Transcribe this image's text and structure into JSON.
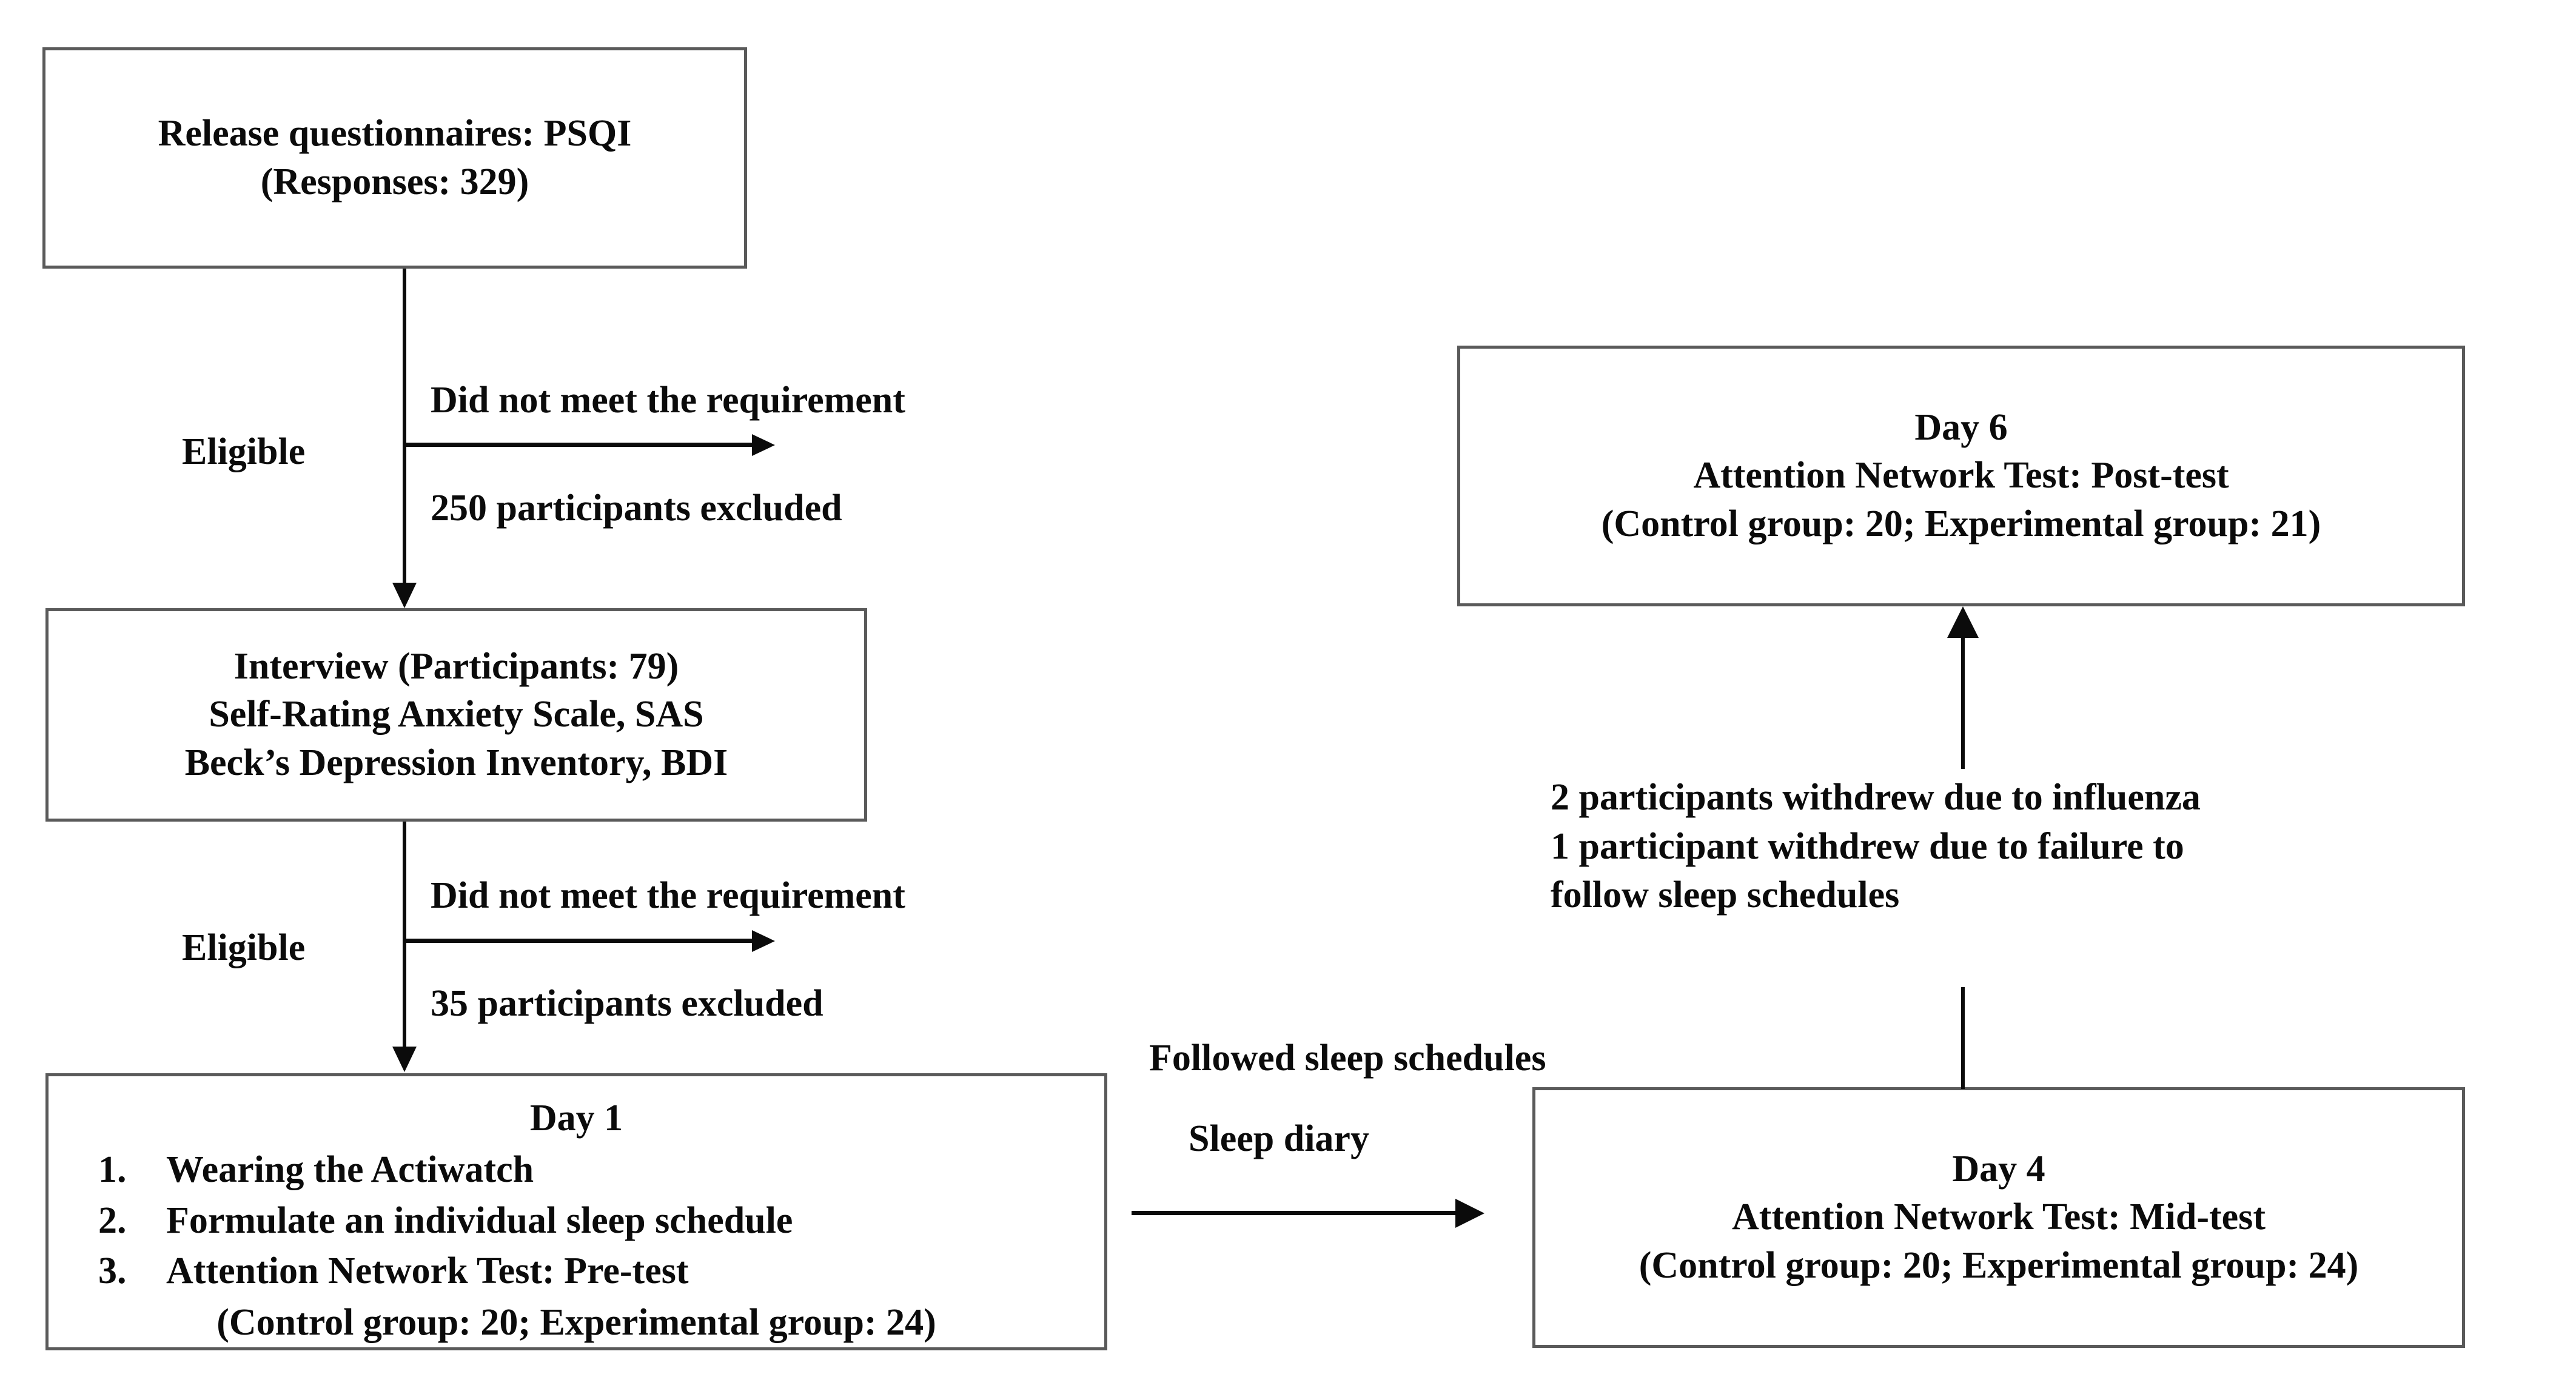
{
  "diagram": {
    "title": "Study enrollment and experimental timeline flowchart",
    "colors": {
      "box_border": "#5a5a5a",
      "connector": "#0b0b0b",
      "text": "#0b0b0b",
      "background": "#ffffff"
    }
  },
  "boxes": {
    "release": {
      "line1": "Release questionnaires: PSQI",
      "line2": "(Responses: 329)"
    },
    "interview": {
      "line1": "Interview (Participants: 79)",
      "line2": "Self-Rating Anxiety Scale, SAS",
      "line3": "Beck’s Depression Inventory, BDI"
    },
    "day1": {
      "title": "Day 1",
      "items": [
        "Wearing the Actiwatch",
        "Formulate an individual sleep schedule",
        "Attention Network Test: Pre-test"
      ],
      "footer": "(Control group: 20; Experimental group: 24)"
    },
    "day4": {
      "line1": "Day 4",
      "line2": "Attention Network Test: Mid-test",
      "line3": "(Control group: 20; Experimental group: 24)"
    },
    "day6": {
      "line1": "Day 6",
      "line2": "Attention Network Test: Post-test",
      "line3": "(Control group: 20; Experimental group: 21)"
    }
  },
  "edges": {
    "eligible_1": "Eligible",
    "excluded_1_reason": "Did not meet the requirement",
    "excluded_1_count": "250 participants excluded",
    "eligible_2": "Eligible",
    "excluded_2_reason": "Did not meet the requirement",
    "excluded_2_count": "35 participants excluded",
    "followed_schedules": "Followed sleep schedules",
    "sleep_diary": "Sleep diary",
    "withdrew_line1": "2 participants withdrew due to influenza",
    "withdrew_line2": "1 participant withdrew due to failure to",
    "withdrew_line3": "follow sleep schedules"
  }
}
